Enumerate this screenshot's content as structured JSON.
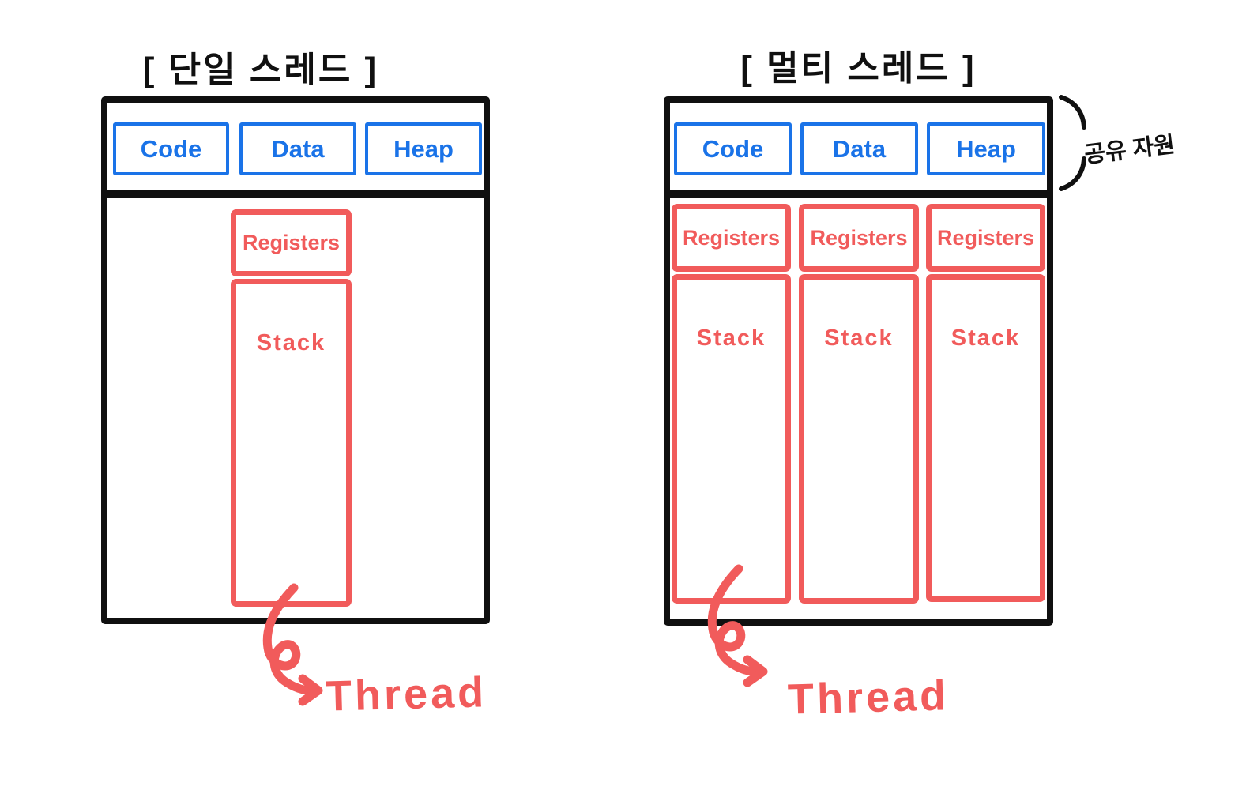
{
  "diagram": {
    "colors": {
      "red": "#F15B5B",
      "blue": "#1A73E8",
      "ink": "#101010"
    },
    "left": {
      "title": "[ 단일 스레드 ]",
      "segments": [
        "Code",
        "Data",
        "Heap"
      ],
      "thread_parts": {
        "registers": "Registers",
        "stack": "Stack"
      },
      "thread": "Thread"
    },
    "right": {
      "title": "[ 멀티 스레드 ]",
      "segments": [
        "Code",
        "Data",
        "Heap"
      ],
      "threads": [
        {
          "registers": "Registers",
          "stack": "Stack"
        },
        {
          "registers": "Registers",
          "stack": "Stack"
        },
        {
          "registers": "Registers",
          "stack": "Stack"
        }
      ],
      "thread": "Thread",
      "shared_note": "공유 자원"
    }
  }
}
